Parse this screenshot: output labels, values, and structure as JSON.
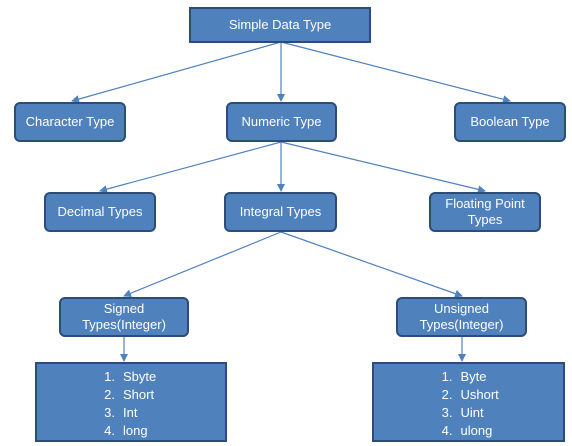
{
  "diagram": {
    "root": "Simple Data Type",
    "level1": {
      "character": "Character Type",
      "numeric": "Numeric Type",
      "boolean": "Boolean Type"
    },
    "level2": {
      "decimal": "Decimal Types",
      "integral": "Integral Types",
      "floating": "Floating Point Types"
    },
    "level3": {
      "signed": "Signed Types(Integer)",
      "unsigned": "Unsigned Types(Integer)"
    },
    "signed_list": [
      {
        "num": "1.",
        "label": "Sbyte"
      },
      {
        "num": "2.",
        "label": "Short"
      },
      {
        "num": "3.",
        "label": "Int"
      },
      {
        "num": "4.",
        "label": "long"
      }
    ],
    "unsigned_list": [
      {
        "num": "1.",
        "label": "Byte"
      },
      {
        "num": "2.",
        "label": "Ushort"
      },
      {
        "num": "3.",
        "label": "Uint"
      },
      {
        "num": "4.",
        "label": "ulong"
      }
    ]
  },
  "colors": {
    "box_fill": "#4f81bd",
    "box_border": "#2c4d75",
    "connector": "#4f81bd",
    "text": "#ffffff"
  }
}
